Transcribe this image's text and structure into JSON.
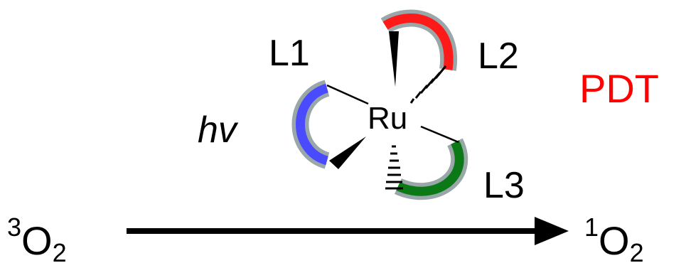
{
  "metal": "Ru",
  "ligands": {
    "l1": "L1",
    "l2": "L2",
    "l3": "L3"
  },
  "light": "hv",
  "process": {
    "label": "PDT",
    "color": "#ff0000"
  },
  "reactant": {
    "superscript": "3",
    "base": "O",
    "subscript": "2"
  },
  "product": {
    "superscript": "1",
    "base": "O",
    "subscript": "2"
  },
  "ligand_colors": {
    "l1": "#4a4aff",
    "l2": "#ff1a1a",
    "l3": "#0b7a16",
    "outline": "#9aa7a9"
  }
}
